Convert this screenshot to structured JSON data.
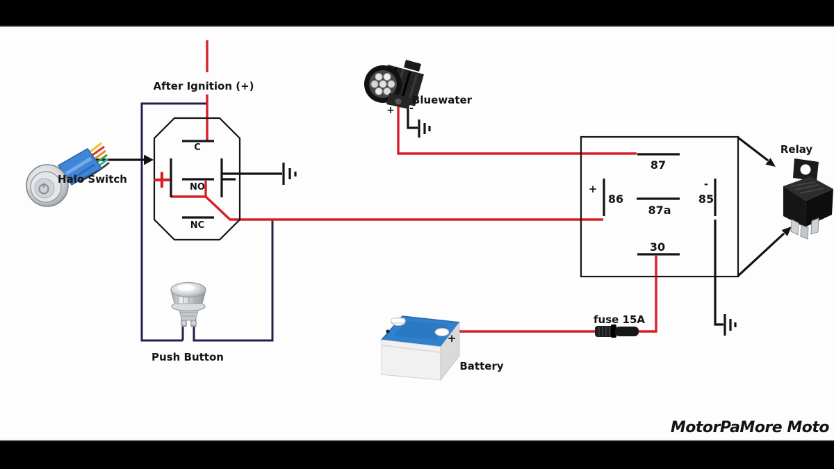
{
  "colors": {
    "wire_red": "#d6202a",
    "wire_navy": "#20204f",
    "wire_black": "#121212",
    "canvas_bg": "#fdfdfd",
    "letterbox": "#000000",
    "battery_blue": "#2f80cf",
    "switch_blue": "#3f86d8"
  },
  "labels": {
    "after_ignition": "After Ignition (+)",
    "halo_switch": "Halo Switch",
    "push_button": "Push Button",
    "bluewater": "Bluewater",
    "battery": "Battery",
    "fuse": "fuse 15A",
    "relay": "Relay",
    "watermark": "MotorPaMore Moto"
  },
  "switch_symbol": {
    "c": "C",
    "no": "NO",
    "nc": "NC",
    "plus": "+"
  },
  "relay_symbol": {
    "t87": "87",
    "t86": "86",
    "t87a": "87a",
    "t85": "85",
    "t30": "30",
    "plus": "+",
    "minus": "-"
  },
  "light_terminals": {
    "plus": "+",
    "minus": "-"
  },
  "battery_terminals": {
    "plus": "+"
  }
}
